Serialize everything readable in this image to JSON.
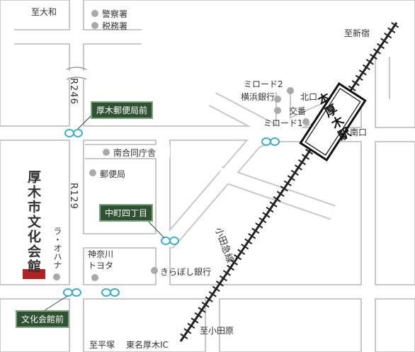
{
  "directions": {
    "yamato": "至大和",
    "shinjuku": "至新宿",
    "odawara": "至小田原",
    "hiratsuka": "至平塚",
    "tomei_ic": "東名厚木IC"
  },
  "routes": {
    "r246": "R246",
    "r129": "R129",
    "railway": "小田急線"
  },
  "landmarks": {
    "police": "警察署",
    "tax_office": "税務署",
    "joint_office": "南合同庁舎",
    "post_office": "郵便局",
    "la_ohana": "ラ・オハナ",
    "kanagawa_toyota_1": "神奈川",
    "kanagawa_toyota_2": "トヨタ",
    "kiraboshi_bank": "きらぼし銀行",
    "mirode2": "ミロード2",
    "yokohama_bank": "横浜銀行",
    "koban": "交番",
    "mirode1": "ミロード1",
    "north_exit": "北口",
    "south_exit": "南口",
    "station": "本厚木駅",
    "venue": "厚木市文化会館"
  },
  "bus_stops": {
    "atsugi_post": "厚木郵便局前",
    "nakacho": "中町四丁目",
    "bunka_kaikan": "文化会館前"
  },
  "colors": {
    "road": "#c8c8c8",
    "road_fill": "#ffffff",
    "label_box": "#2e5232",
    "label_border": "#7fa37f",
    "marker": "#a9a9a9",
    "venue_marker": "#b22222",
    "bus_stop": "#3ab0c8"
  }
}
